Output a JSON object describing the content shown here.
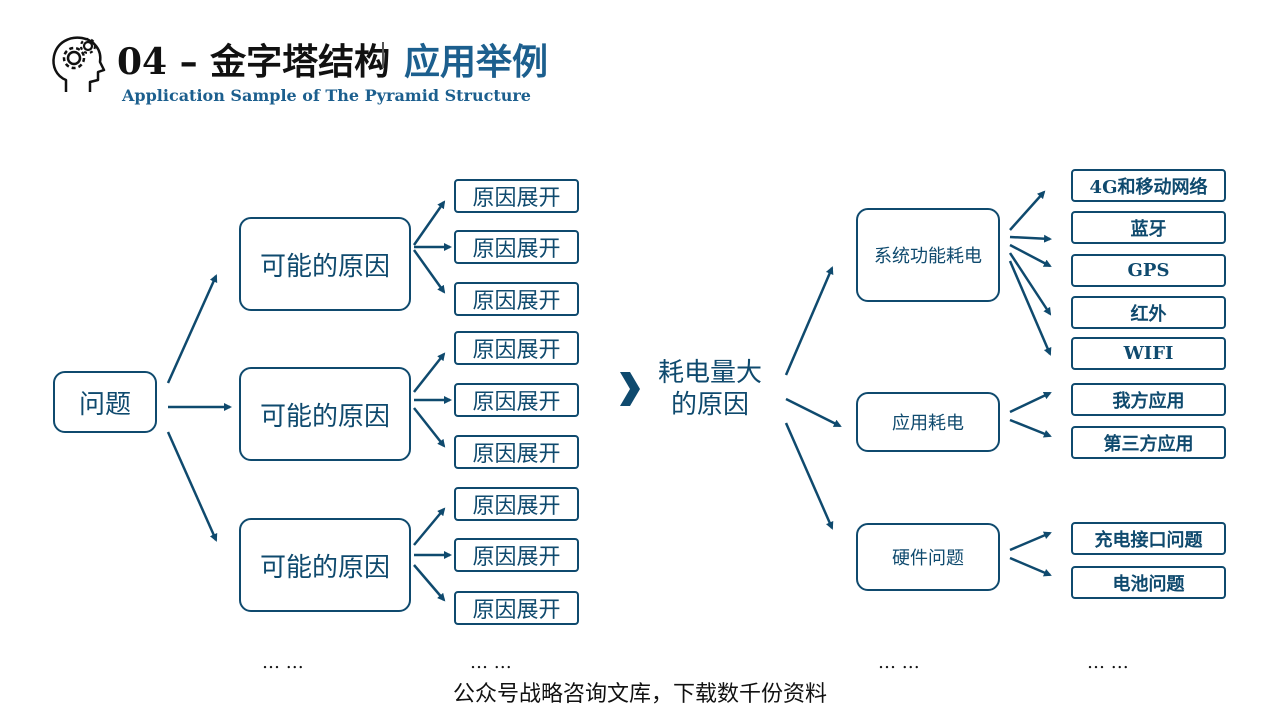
{
  "header": {
    "title_number": "04 – 金字塔结构",
    "title_topic": "应用举例",
    "subtitle": "Application Sample  of  The Pyramid Structure",
    "icon": "head-gears-icon"
  },
  "left_tree": {
    "root": "问题",
    "level1": [
      "可能的原因",
      "可能的原因",
      "可能的原因"
    ],
    "level2": [
      "原因展开",
      "原因展开",
      "原因展开",
      "原因展开",
      "原因展开",
      "原因展开",
      "原因展开",
      "原因展开",
      "原因展开"
    ]
  },
  "chevron": "chevron-right-icon",
  "right_tree": {
    "root": [
      "耗电量大",
      "的原因"
    ],
    "level1": [
      "系统功能耗电",
      "应用耗电",
      "硬件问题"
    ],
    "system_items": [
      "4G和移动网络",
      "蓝牙",
      "GPS",
      "红外",
      "WIFI"
    ],
    "app_items": [
      "我方应用",
      "第三方应用"
    ],
    "hardware_items": [
      "充电接口问题",
      "电池问题"
    ]
  },
  "ellipses": [
    "… …",
    "… …",
    "… …",
    "… …"
  ],
  "footer": "公众号战略咨询文库，下载数千份资料",
  "colors": {
    "primary": "#0f4a6e",
    "accent": "#1c5f8e"
  }
}
